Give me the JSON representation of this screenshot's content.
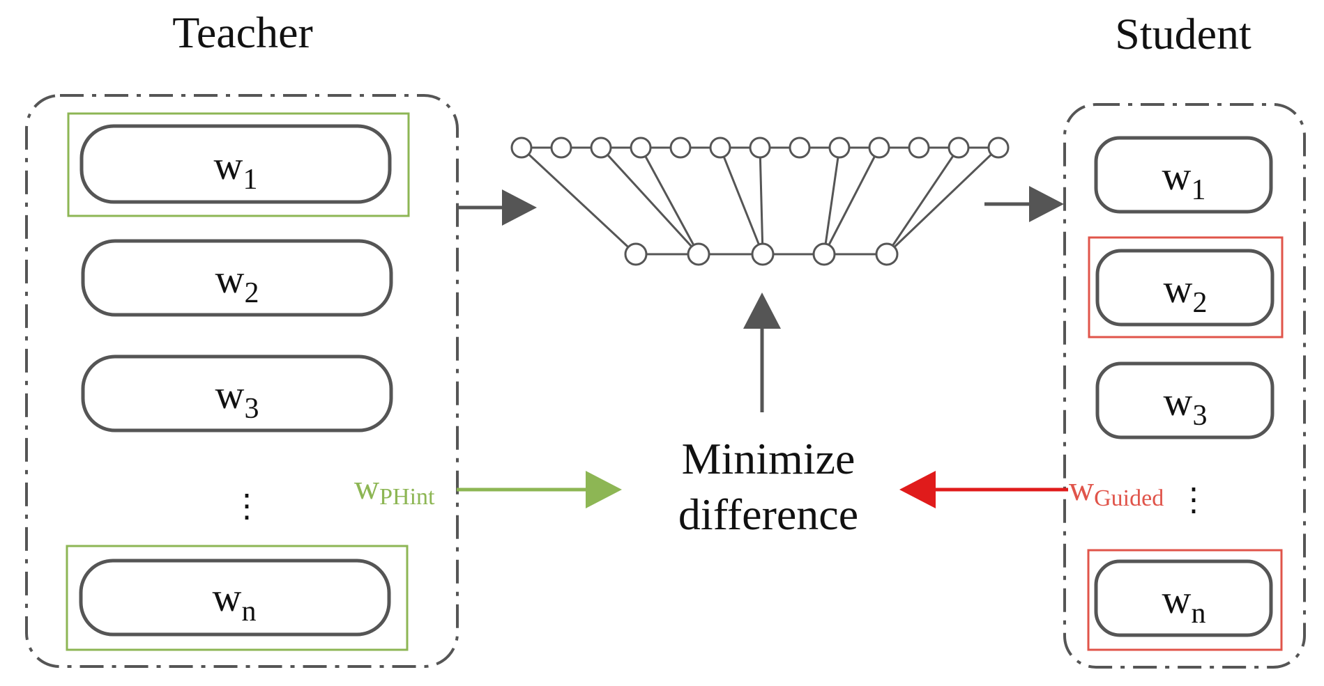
{
  "teacher": {
    "title": "Teacher",
    "weights": [
      {
        "base": "w",
        "sub": "1"
      },
      {
        "base": "w",
        "sub": "2"
      },
      {
        "base": "w",
        "sub": "3"
      },
      {
        "base": "w",
        "sub": "n"
      }
    ],
    "ellipsis": "⋮",
    "hint_label": {
      "base": "w",
      "sub": "PHint"
    }
  },
  "student": {
    "title": "Student",
    "weights": [
      {
        "base": "w",
        "sub": "1"
      },
      {
        "base": "w",
        "sub": "2"
      },
      {
        "base": "w",
        "sub": "3"
      },
      {
        "base": "w",
        "sub": "n"
      }
    ],
    "ellipsis": "⋮",
    "guided_label": {
      "base": "w",
      "sub": "Guided"
    }
  },
  "center": {
    "line1": "Minimize",
    "line2": "difference"
  },
  "colors": {
    "stroke": "#555555",
    "text": "#111111",
    "green": "#8db654",
    "red_box": "#e0544a",
    "red_arrow": "#e01b1b",
    "red_text": "#e0544a"
  }
}
